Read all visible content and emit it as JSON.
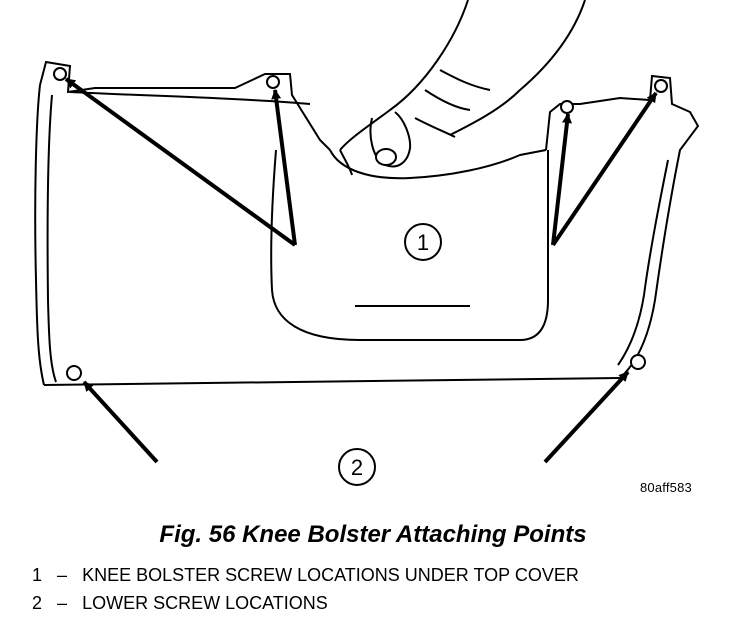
{
  "figure": {
    "callouts": [
      {
        "number": "1"
      },
      {
        "number": "2"
      }
    ],
    "reference_code": "80aff583"
  },
  "caption": "Fig. 56 Knee Bolster Attaching Points",
  "legend": [
    {
      "number": "1",
      "dash": "–",
      "text": "KNEE BOLSTER SCREW LOCATIONS UNDER TOP COVER"
    },
    {
      "number": "2",
      "dash": "–",
      "text": "LOWER SCREW LOCATIONS"
    }
  ]
}
